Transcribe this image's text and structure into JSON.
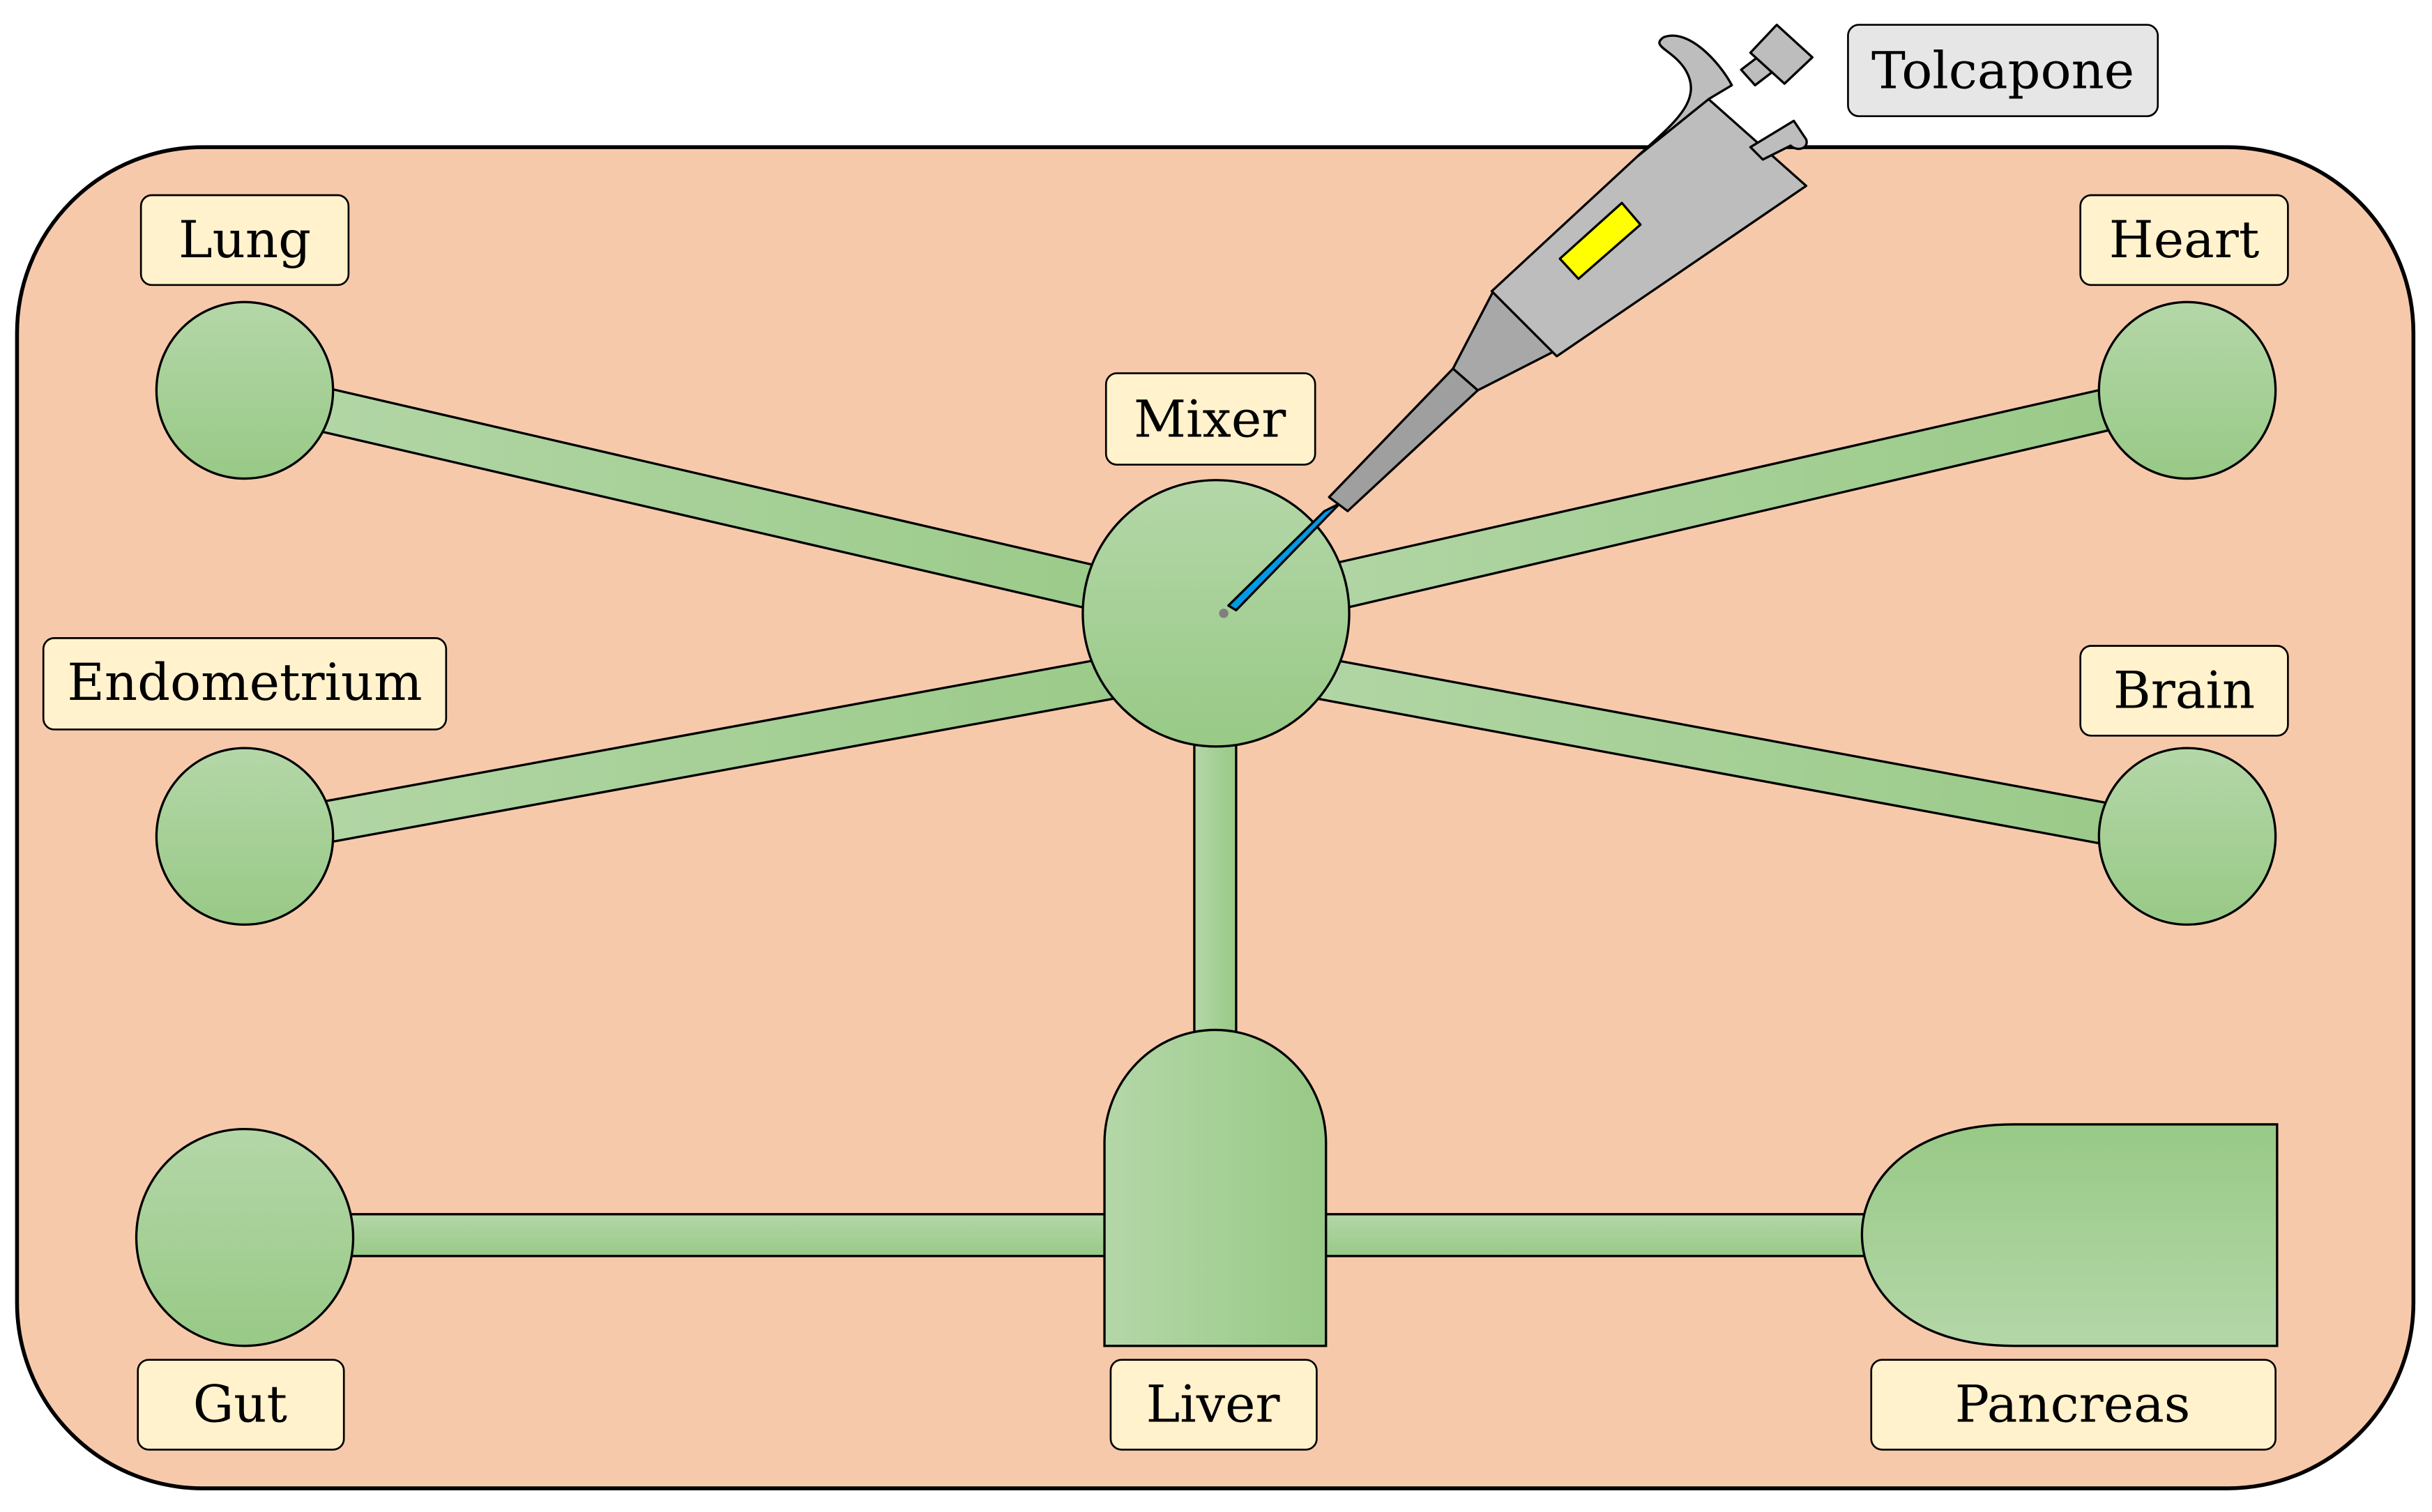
{
  "diagram": {
    "drug_label": "Tolcapone",
    "hub_label": "Mixer",
    "organs": {
      "lung": "Lung",
      "endometrium": "Endometrium",
      "heart": "Heart",
      "brain": "Brain",
      "gut": "Gut",
      "liver": "Liver",
      "pancreas": "Pancreas"
    }
  },
  "colors": {
    "chip_fill": "#f7c9ab",
    "organ_green_light": "#b4d7a8",
    "organ_green_dark": "#98c986",
    "label_fill": "#fff2cc",
    "drug_label_fill": "#e6e6e6",
    "pipette_body": "#bdbdbd",
    "pipette_window": "#ffff00",
    "pipette_tip": "#0099e6",
    "outline": "#000000"
  },
  "icons": [
    "pipette-icon"
  ]
}
